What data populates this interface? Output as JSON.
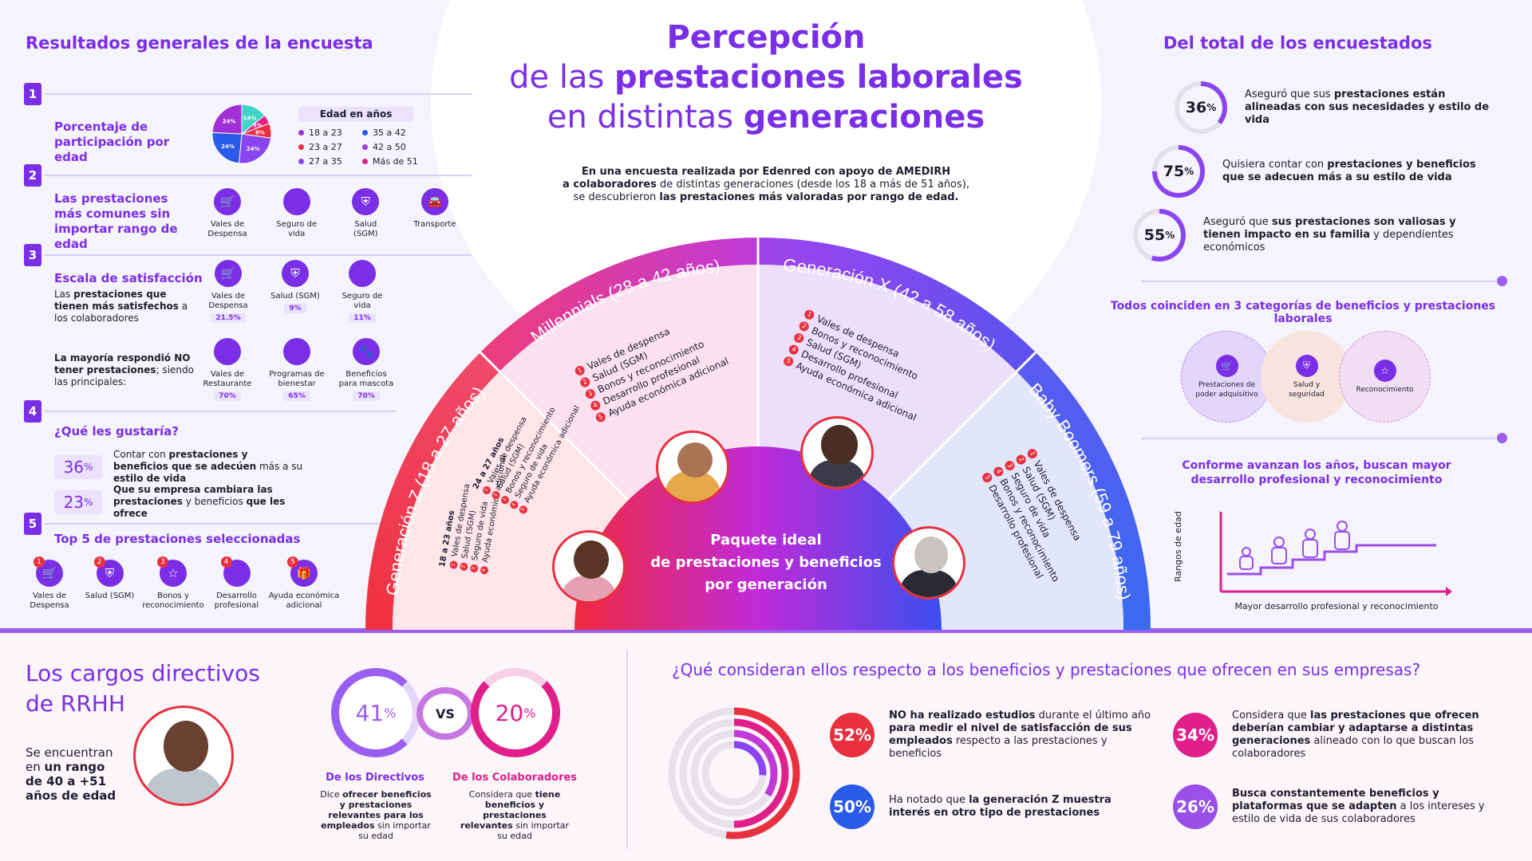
{
  "header": {
    "title_line1": "Percepción",
    "title_line2_a": "de las ",
    "title_line2_b": "prestaciones laborales",
    "title_line3_a": "en distintas ",
    "title_line3_b": "generaciones",
    "intro_1": "En una encuesta realizada por Edenred con apoyo de AMEDIRH",
    "intro_2a": "a colaboradores",
    "intro_2b": " de distintas generaciones (desde los 18 a más de 51 años),",
    "intro_3a": "se descubrieron ",
    "intro_3b": "las prestaciones más valoradas por rango de edad."
  },
  "left": {
    "title": "Resultados generales de la encuesta",
    "s1": {
      "num": "1",
      "label": "Porcentaje de participación por edad",
      "legend_title": "Edad en años",
      "legend": [
        {
          "label": "18 a 23",
          "color": "#a12fd6"
        },
        {
          "label": "35 a 42",
          "color": "#2a5ae8"
        },
        {
          "label": "23 a 27",
          "color": "#e8303e"
        },
        {
          "label": "42 a 50",
          "color": "#9a3fe0"
        },
        {
          "label": "27 a 35",
          "color": "#8a45f0"
        },
        {
          "label": "Más de 51",
          "color": "#e01f8a"
        }
      ],
      "pie_labels": [
        "14%",
        "5%",
        "8%",
        "24%",
        "24%",
        "24%"
      ],
      "pie_values": [
        14,
        5,
        8,
        24,
        24,
        24
      ],
      "pie_colors": [
        "#3fd5c6",
        "#e01f8a",
        "#e8303e",
        "#8a45f0",
        "#2a5ae8",
        "#a12fd6"
      ]
    },
    "s2": {
      "num": "2",
      "label": "Las prestaciones más comunes sin importar rango de edad",
      "items": [
        {
          "label": "Vales de Despensa",
          "icon": "cart-icon"
        },
        {
          "label": "Seguro de vida",
          "icon": "life-icon"
        },
        {
          "label": "Salud (SGM)",
          "icon": "shield-icon"
        },
        {
          "label": "Transporte",
          "icon": "car-icon"
        }
      ]
    },
    "s3": {
      "num": "3",
      "title": "Escala de satisfacción",
      "desc_a": "Las ",
      "desc_b": "prestaciones que tienen más satisfechos",
      "desc_c": " a los colaboradores",
      "items": [
        {
          "label": "Vales de Despensa",
          "pct": "21.5%"
        },
        {
          "label": "Salud (SGM)",
          "pct": "9%"
        },
        {
          "label": "Seguro de vida",
          "pct": "11%"
        }
      ],
      "none_a": "La mayoría respondió NO tener prestaciones",
      "none_b": "; siendo las principales:",
      "none_items": [
        {
          "label": "Vales de Restaurante",
          "pct": "70%"
        },
        {
          "label": "Programas de bienestar",
          "pct": "65%"
        },
        {
          "label": "Beneficios para mascota",
          "pct": "70%"
        }
      ]
    },
    "s4": {
      "num": "4",
      "title": "¿Qué les gustaría?",
      "rows": [
        {
          "pct": "36",
          "unit": "%",
          "t1": "Contar con ",
          "t2": "prestaciones y beneficios que se adecúen",
          "t3": " más a su ",
          "t4": "estilo de vida"
        },
        {
          "pct": "23",
          "unit": "%",
          "t1": "",
          "t2": "Que su empresa cambiara las prestaciones",
          "t3": " y beneficios ",
          "t4": "que les ofrece"
        }
      ]
    },
    "s5": {
      "num": "5",
      "title": "Top 5 de prestaciones seleccionadas",
      "items": [
        {
          "n": "1",
          "label": "Vales de Despensa"
        },
        {
          "n": "2",
          "label": "Salud (SGM)"
        },
        {
          "n": "3",
          "label": "Bonos y reconocimiento"
        },
        {
          "n": "4",
          "label": "Desarrollo profesional"
        },
        {
          "n": "5",
          "label": "Ayuda económica adicional"
        }
      ]
    }
  },
  "fan": {
    "center_1": "Paquete ideal",
    "center_2": "de prestaciones y beneficios",
    "center_3": "por generación",
    "genz": "Generación Z (18 a 27 años)",
    "millennials": "Millennials (28 a 42 años)",
    "genx": "Generación X (42 a 58 años)",
    "boomers": "Baby Boomers (59 a 79 años)",
    "genz_a_title": "18 a 23 años",
    "genz_a": [
      "Vales de despensa",
      "Salud (SGM)",
      "Seguro de vida",
      "Ayuda económica adicional"
    ],
    "genz_b_title": "24 a 27 años",
    "genz_b": [
      "Vales de despensa",
      "Salud (SGM)",
      "Bonos y reconocimiento",
      "Seguro de vida",
      "Ayuda económica adicional"
    ],
    "mill": [
      "Vales de despensa",
      "Salud (SGM)",
      "Bonos y reconocimiento",
      "Desarrollo profesional",
      "Ayuda económica adicional"
    ],
    "genx_items": [
      "Vales de despensa",
      "Bonos y reconocimiento",
      "Salud (SGM)",
      "Desarrollo profesional",
      "Ayuda económica adicional"
    ],
    "boom": [
      "Vales de despensa",
      "Salud (SGM)",
      "Seguro de vida",
      "Bonos y reconocimiento",
      "Desarrollo profesional"
    ]
  },
  "right": {
    "title": "Del total de los encuestados",
    "rows": [
      {
        "pct": "36",
        "unit": "%",
        "value": 36,
        "a": "Aseguró que sus ",
        "b": "prestaciones están alineadas con sus necesidades y estilo de vida",
        "c": ""
      },
      {
        "pct": "75",
        "unit": "%",
        "value": 75,
        "a": "Quisiera contar con ",
        "b": "prestaciones y beneficios que se adecuen más a su estilo de vida",
        "c": ""
      },
      {
        "pct": "55",
        "unit": "%",
        "value": 55,
        "a": "Aseguró que ",
        "b": "sus prestaciones son valiosas y tienen impacto en su familia",
        "c": " y dependientes económicos"
      }
    ],
    "cat_title": "Todos coinciden en 3 categorías de beneficios y prestaciones laborales",
    "cats": [
      "Prestaciones de poder adquisitivo",
      "Salud y seguridad",
      "Reconocimiento"
    ],
    "growth_title": "Conforme avanzan los años, buscan mayor desarrollo profesional y reconocimiento",
    "y_axis": "Rangos de edad",
    "x_axis": "Mayor desarrollo profesional y reconocimiento"
  },
  "bottom": {
    "hr_title_1": "Los cargos directivos",
    "hr_title_2": "de RRHH",
    "hr_desc_a": "Se encuentran en ",
    "hr_desc_b": "un rango de 40 a +51 años de edad",
    "vs": "VS",
    "dir_pct": "41",
    "col_pct": "20",
    "unit": "%",
    "dir_label": "De los Directivos",
    "col_label": "De los Colaboradores",
    "dir_desc_a": "Dice ",
    "dir_desc_b": "ofrecer beneficios y prestaciones relevantes para los empleados",
    "dir_desc_c": " sin importar su edad",
    "col_desc_a": "Considera que ",
    "col_desc_b": "tiene beneficios y prestaciones relevantes",
    "col_desc_c": " sin importar su edad",
    "question": "¿Qué consideran ellos respecto a los beneficios y prestaciones que ofrecen en sus empresas?",
    "stats": [
      {
        "pct": "52%",
        "color": "#e8303e",
        "a": "NO ha realizado estudios",
        "b": " durante el último año ",
        "c": "para medir el nivel de satisfacción de sus empleados",
        "d": " respecto a las prestaciones y beneficios"
      },
      {
        "pct": "50%",
        "color": "#2a5ae8",
        "a": "",
        "b": "Ha notado que ",
        "c": "la generación Z muestra interés en otro tipo de prestaciones",
        "d": ""
      },
      {
        "pct": "34%",
        "color": "#e01f8a",
        "a": "",
        "b": "Considera que ",
        "c": "las prestaciones que ofrecen deberían cambiar y adaptarse a distintas generaciones",
        "d": " alineado con lo que buscan los colaboradores"
      },
      {
        "pct": "26%",
        "color": "#9a4fe8",
        "a": "",
        "b": "",
        "c": "Busca constantemente beneficios y plataformas que se adapten",
        "d": " a los intereses y estilo de vida de sus colaboradores"
      }
    ],
    "rings": [
      52,
      50,
      34,
      26
    ]
  },
  "colors": {
    "accent": "#7a2ee6",
    "red": "#e8303e",
    "blue": "#2a5ae8",
    "pink": "#e01f8a"
  }
}
